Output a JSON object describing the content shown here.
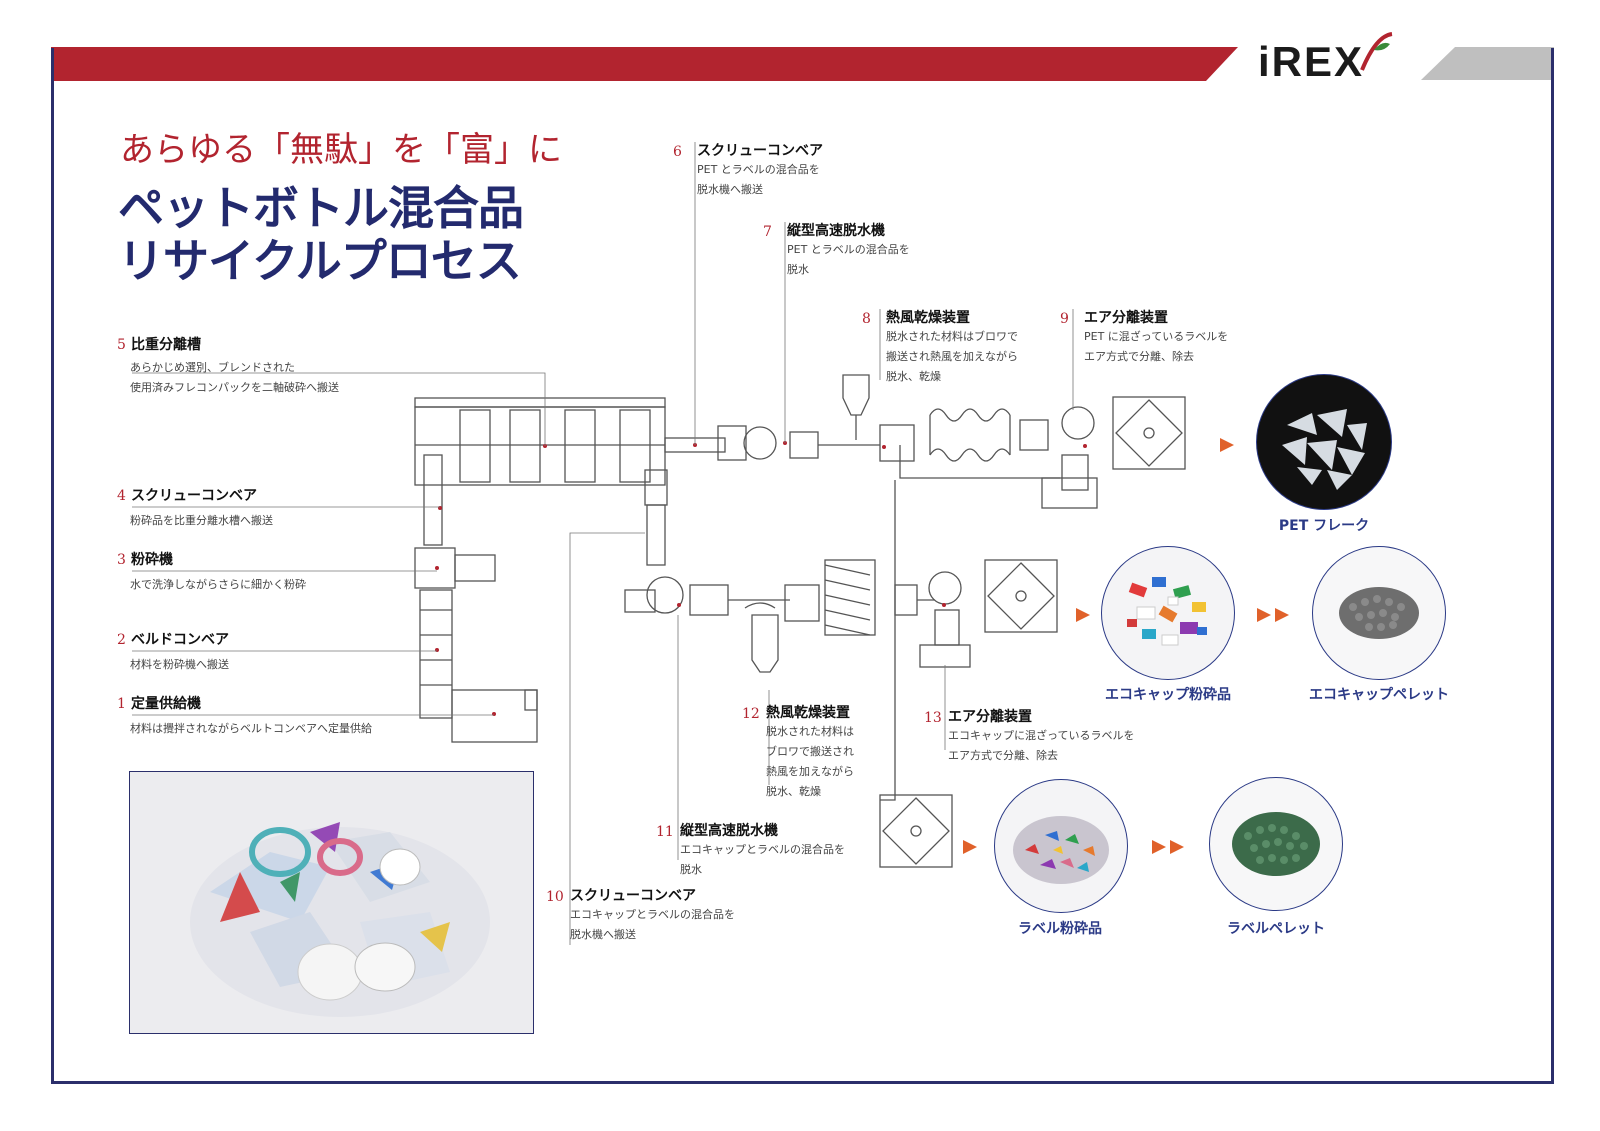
{
  "brand": {
    "logo_text": "iREX"
  },
  "colors": {
    "accent_red": "#b2242f",
    "navy": "#2b2f6b",
    "label_blue": "#2b3a86",
    "grey_band": "#bfbfbf"
  },
  "headline": {
    "tagline": "あらゆる「無駄」を「富」に",
    "title_line1": "ペットボトル混合品",
    "title_line2": "リサイクルプロセス"
  },
  "steps": [
    {
      "num": "1",
      "title": "定量供給機",
      "desc": [
        "材料は攪拌されながらベルトコンベアへ定量供給"
      ]
    },
    {
      "num": "2",
      "title": "ベルドコンベア",
      "desc": [
        "材料を粉砕機へ搬送"
      ]
    },
    {
      "num": "3",
      "title": "粉砕機",
      "desc": [
        "水で洗浄しながらさらに細かく粉砕"
      ]
    },
    {
      "num": "4",
      "title": "スクリューコンベア",
      "desc": [
        "粉砕品を比重分離水槽へ搬送"
      ]
    },
    {
      "num": "5",
      "title": "比重分離槽",
      "desc": [
        "あらかじめ選別、ブレンドされた",
        "使用済みフレコンパックを二軸破砕へ搬送"
      ]
    },
    {
      "num": "6",
      "title": "スクリューコンベア",
      "desc": [
        "PET とラベルの混合品を",
        "脱水機へ搬送"
      ]
    },
    {
      "num": "7",
      "title": "縦型高速脱水機",
      "desc": [
        "PET とラベルの混合品を",
        "脱水"
      ]
    },
    {
      "num": "8",
      "title": "熱風乾燥装置",
      "desc": [
        "脱水された材料はブロワで",
        "搬送され熱風を加えながら",
        "脱水、乾燥"
      ]
    },
    {
      "num": "9",
      "title": "エア分離装置",
      "desc": [
        "PET に混ざっているラベルを",
        "エア方式で分離、除去"
      ]
    },
    {
      "num": "10",
      "title": "スクリューコンベア",
      "desc": [
        "エコキャップとラベルの混合品を",
        "脱水機へ搬送"
      ]
    },
    {
      "num": "11",
      "title": "縦型高速脱水機",
      "desc": [
        "エコキャップとラベルの混合品を",
        "脱水"
      ]
    },
    {
      "num": "12",
      "title": "熱風乾燥装置",
      "desc": [
        "脱水された材料は",
        "ブロワで搬送され",
        "熱風を加えながら",
        "脱水、乾燥"
      ]
    },
    {
      "num": "13",
      "title": "エア分離装置",
      "desc": [
        "エコキャップに混ざっているラベルを",
        "エア方式で分離、除去"
      ]
    }
  ],
  "products": {
    "pet_flake": "PET フレーク",
    "ecocap_crushed": "エコキャップ粉砕品",
    "ecocap_pellet": "エコキャップペレット",
    "label_crushed": "ラベル粉砕品",
    "label_pellet": "ラベルペレット"
  }
}
